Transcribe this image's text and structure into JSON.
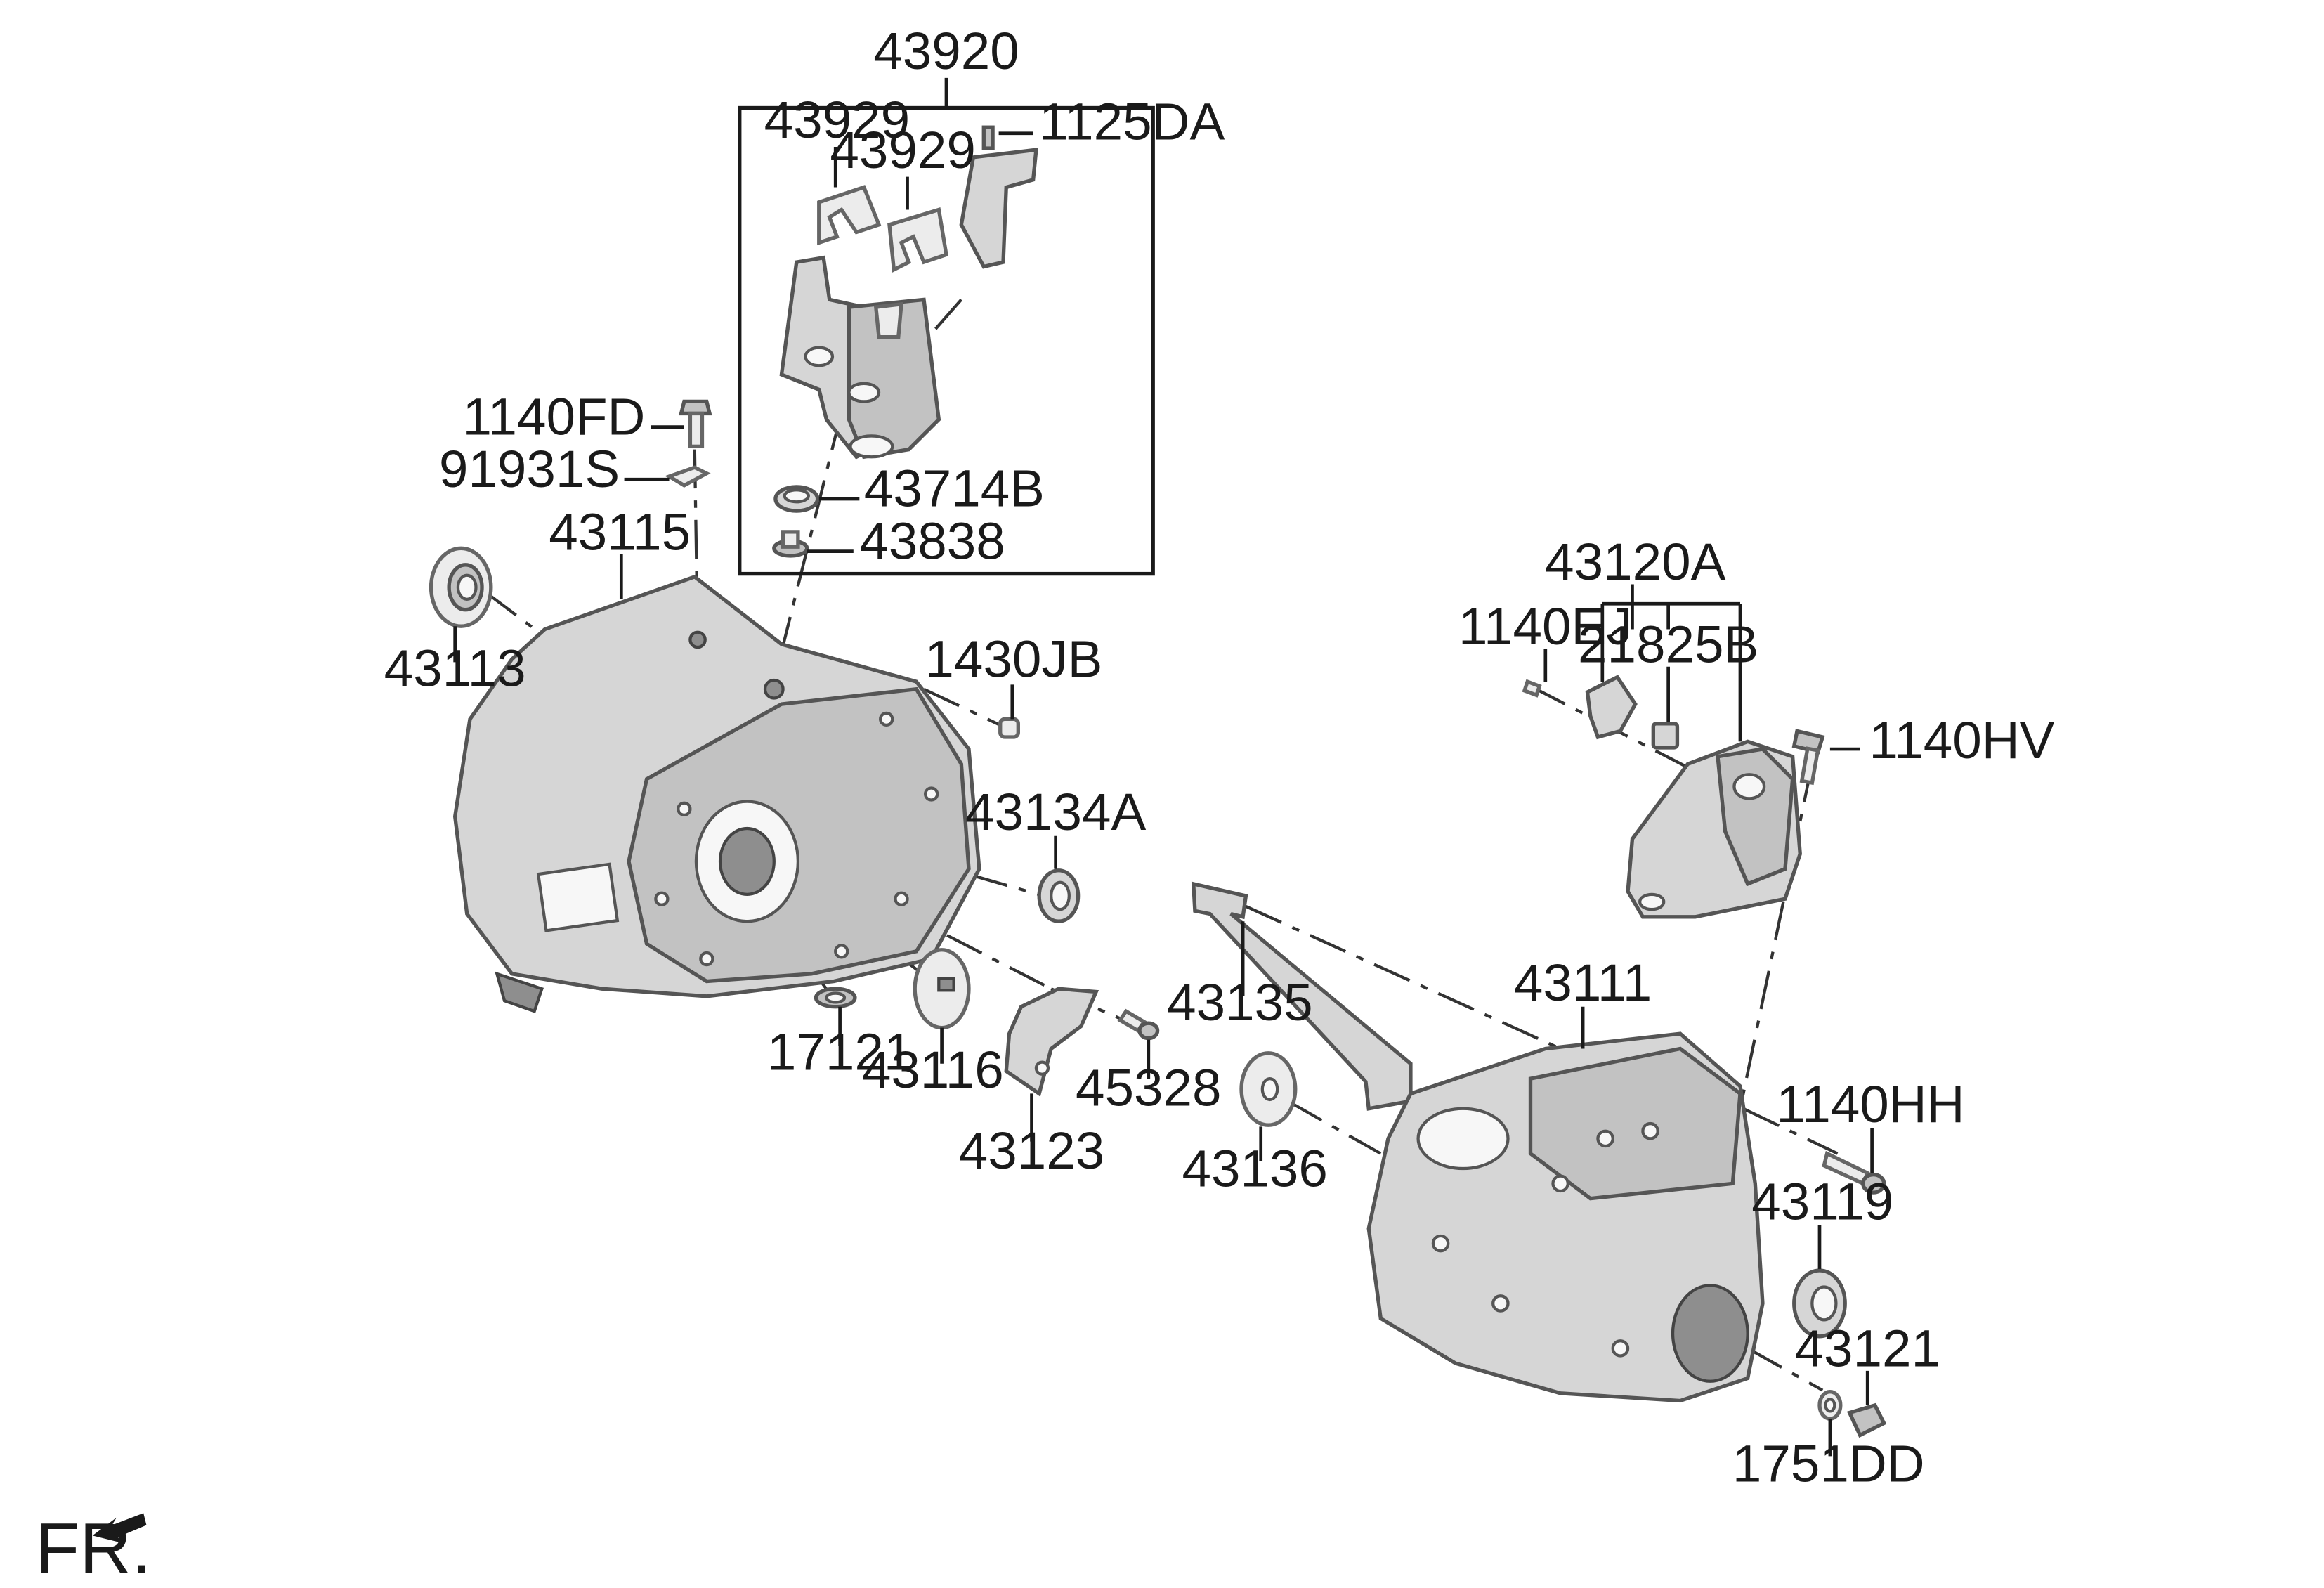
{
  "diagram": {
    "orientation_label": "FR.",
    "callouts": {
      "p43920": "43920",
      "p43929a": "43929",
      "p43929b": "43929",
      "p1125DA": "1125DA",
      "p1140FD": "1140FD",
      "p91931S": "91931S",
      "p43714B": "43714B",
      "p43838": "43838",
      "p43115": "43115",
      "p43113": "43113",
      "p1430JB": "1430JB",
      "p43134A": "43134A",
      "p17121": "17121",
      "p43116": "43116",
      "p43123": "43123",
      "p45328": "45328",
      "p43135": "43135",
      "p43136": "43136",
      "p43111": "43111",
      "p43120A": "43120A",
      "p1140EJ": "1140EJ",
      "p21825B": "21825B",
      "p1140HV": "1140HV",
      "p1140HH": "1140HH",
      "p43119": "43119",
      "p43121": "43121",
      "p1751DD": "1751DD"
    }
  }
}
